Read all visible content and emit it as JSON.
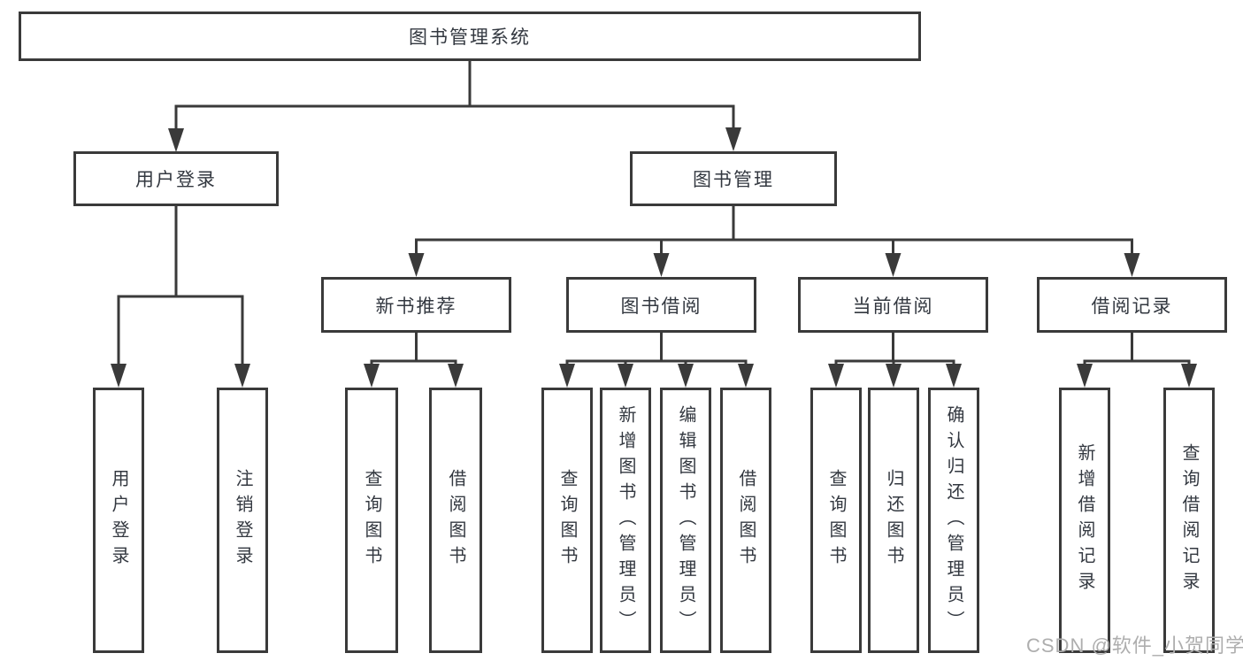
{
  "tree": {
    "label": "图书管理系统",
    "children": [
      {
        "label": "用户登录",
        "children": [
          {
            "label": "用户登录"
          },
          {
            "label": "注销登录"
          }
        ]
      },
      {
        "label": "图书管理",
        "children": [
          {
            "label": "新书推荐",
            "children": [
              {
                "label": "查询图书"
              },
              {
                "label": "借阅图书"
              }
            ]
          },
          {
            "label": "图书借阅",
            "children": [
              {
                "label": "查询图书"
              },
              {
                "label": "新增图书（管理员）"
              },
              {
                "label": "编辑图书（管理员）"
              },
              {
                "label": "借阅图书"
              }
            ]
          },
          {
            "label": "当前借阅",
            "children": [
              {
                "label": "查询图书"
              },
              {
                "label": "归还图书"
              },
              {
                "label": "确认归还（管理员）"
              }
            ]
          },
          {
            "label": "借阅记录",
            "children": [
              {
                "label": "新增借阅记录"
              },
              {
                "label": "查询借阅记录"
              }
            ]
          }
        ]
      }
    ]
  },
  "watermark": {
    "text": "CSDN @软件_小贺同学"
  },
  "colors": {
    "line": "#3a3a3a",
    "box_border": "#3a3a3a",
    "text": "#333840",
    "watermark": "#aeaeae",
    "background": "#ffffff"
  }
}
